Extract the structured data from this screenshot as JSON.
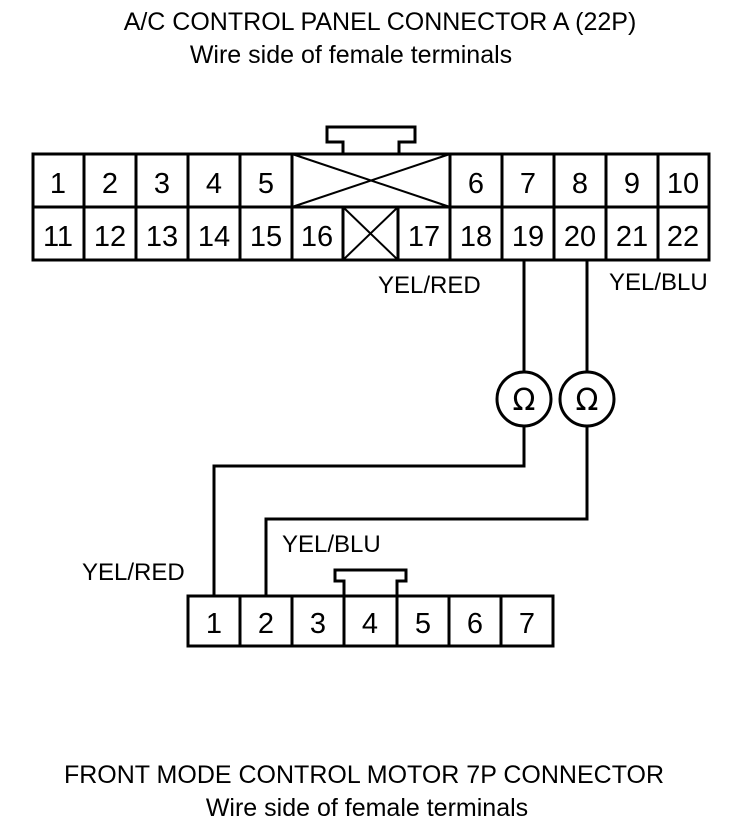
{
  "connector_a": {
    "title": "A/C CONTROL PANEL CONNECTOR A (22P)",
    "subtitle": "Wire side of female terminals",
    "top_row": [
      "1",
      "2",
      "3",
      "4",
      "5",
      "6",
      "7",
      "8",
      "9",
      "10"
    ],
    "bottom_row": [
      "11",
      "12",
      "13",
      "14",
      "15",
      "16",
      "17",
      "18",
      "19",
      "20",
      "21",
      "22"
    ]
  },
  "connector_b": {
    "title": "FRONT MODE CONTROL MOTOR 7P CONNECTOR",
    "subtitle": "Wire side of female terminals",
    "pins": [
      "1",
      "2",
      "3",
      "4",
      "5",
      "6",
      "7"
    ]
  },
  "wires": {
    "a_pin19_label": "YEL/RED",
    "a_pin20_label": "YEL/BLU",
    "b_pin1_label": "YEL/RED",
    "b_pin2_label": "YEL/BLU"
  },
  "meters": {
    "symbol": "Ω",
    "count": 2
  }
}
